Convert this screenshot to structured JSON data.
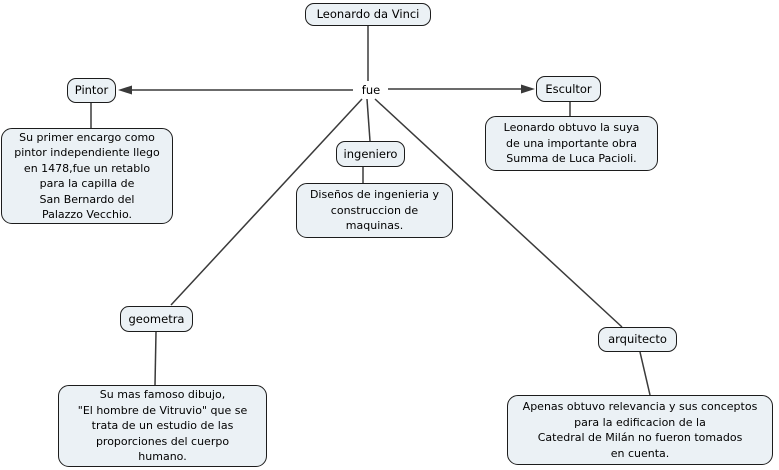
{
  "nodes": {
    "leonardo": {
      "label": "Leonardo da Vinci"
    },
    "fue": {
      "label": "fue"
    },
    "pintor": {
      "label": "Pintor"
    },
    "escultor": {
      "label": "Escultor"
    },
    "ingeniero": {
      "label": "ingeniero"
    },
    "geometra": {
      "label": "geometra"
    },
    "arquitecto": {
      "label": "arquitecto"
    },
    "pintor_desc": {
      "text": "Su primer encargo como\npintor independiente llego\nen 1478,fue un retablo\npara la capilla de\nSan Bernardo del\nPalazzo Vecchio."
    },
    "escultor_desc": {
      "text": "Leonardo obtuvo la suya\nde una importante obra\nSumma de Luca Pacioli."
    },
    "ingeniero_desc": {
      "text": "Diseños de ingenieria y\nconstruccion de\nmaquinas."
    },
    "geometra_desc": {
      "text": "Su mas famoso dibujo,\n\"El hombre de Vitruvio\" que se\ntrata de un estudio de las\nproporciones del cuerpo\nhumano."
    },
    "arquitecto_desc": {
      "text": "Apenas obtuvo relevancia y sus conceptos\npara la edificacion de la\nCatedral de Milán no fueron tomados\nen cuenta."
    }
  },
  "colors": {
    "node_fill": "#ebf1f5",
    "node_border": "#1c1c1c",
    "line": "#3a3a3a",
    "background": "#ffffff"
  }
}
